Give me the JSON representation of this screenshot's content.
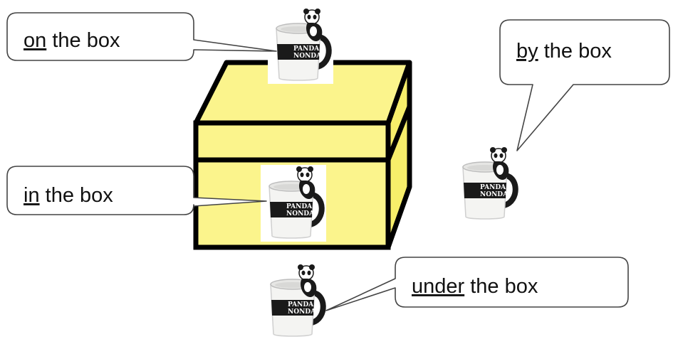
{
  "callouts": [
    {
      "key": "on",
      "keyword": "on",
      "rest": " the box"
    },
    {
      "key": "by",
      "keyword": "by",
      "rest": " the box"
    },
    {
      "key": "in",
      "keyword": "in",
      "rest": " the box"
    },
    {
      "key": "under",
      "keyword": "under",
      "rest": " the box"
    }
  ],
  "mug_label": {
    "line1": "PANDA",
    "line2": "NONDA"
  },
  "colors": {
    "box_fill": "#fbf48c",
    "box_side": "#f7ee6a",
    "outline": "#000000",
    "mug_band": "#1a1a1a",
    "mug_body": "#f4f4f2"
  }
}
